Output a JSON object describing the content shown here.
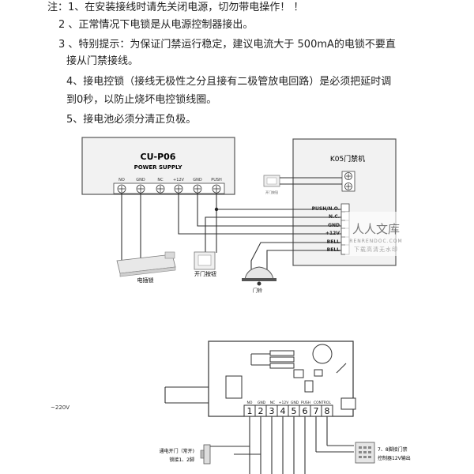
{
  "notes": {
    "n1": "注：1、在安装接线时请先关闭电源，切勿带电操作！ ！",
    "n2": "2  、正常情况下电锁是从电源控制器接出。",
    "n3a": "3  、特别提示：为保证门禁运行稳定，建议电流大于      500mA的电锁不要直",
    "n3b": "接从门禁接线。",
    "n4a": "4、接电控锁（接线无极性之分且接有二极管放电回路）是必须把延时调",
    "n4b": "到0秒，以防止烧坏电控锁线圈。",
    "n5": "5、接电池必须分清正负极。"
  },
  "diagram1": {
    "psu_title": "CU-P06",
    "psu_subtitle": "POWER SUPPLY",
    "psu_terminals": [
      "NO",
      "GND",
      "NC",
      "+12V",
      "GND",
      "PUSH"
    ],
    "controller_title": "K05门禁机",
    "controller_pins": [
      "PUSH/N.O.",
      "N.C.",
      "GND",
      "+12V",
      "BELL",
      "BELL"
    ],
    "exit_button_small": "开门按钮",
    "lock_label": "电插锁",
    "button_label": "开门按钮",
    "bell_label": "门铃"
  },
  "watermark": {
    "title": "人人文库",
    "url": "RENRENDOC.COM",
    "sub": "下载高清无水印"
  },
  "diagram2": {
    "voltage_label": "~220V",
    "terminal_headers": [
      "NO",
      "GND",
      "NC",
      "+12V",
      "GND",
      "PUSH",
      "CONTROL"
    ],
    "terminal_numbers": [
      "1",
      "2",
      "3",
      "4",
      "5",
      "6",
      "7",
      "8"
    ],
    "left_bottom_label_1": "通电开门（常开)",
    "left_bottom_label_2": "锁接1、2脚",
    "right_bottom_label_1": "7、8脚接门禁",
    "right_bottom_label_2": "控制器12V输出"
  }
}
